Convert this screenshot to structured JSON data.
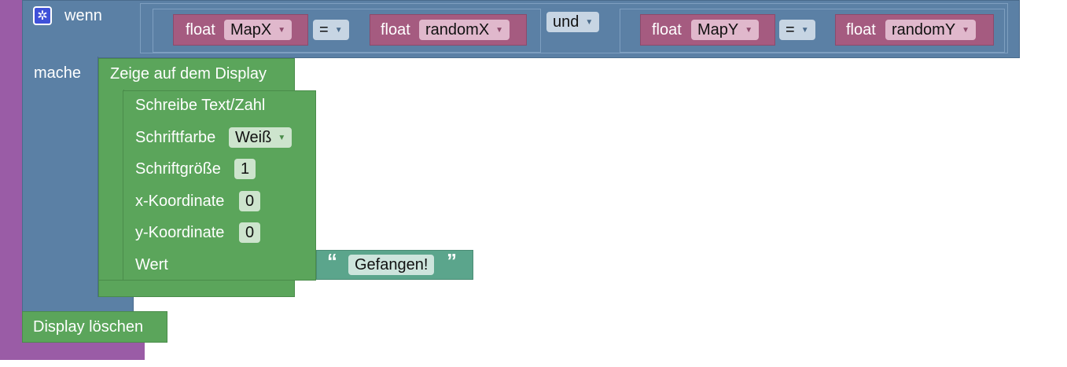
{
  "if_block": {
    "label_if": "wenn",
    "label_do": "mache",
    "cond1": {
      "kind": "float",
      "var": "MapX",
      "op": "=",
      "kind2": "float",
      "var2": "randomX"
    },
    "logic_op": "und",
    "cond2": {
      "kind": "float",
      "var": "MapY",
      "op": "=",
      "kind2": "float",
      "var2": "randomY"
    }
  },
  "display_block": {
    "title": "Zeige auf dem Display",
    "write": {
      "title": "Schreibe Text/Zahl",
      "color_label": "Schriftfarbe",
      "color_value": "Weiß",
      "size_label": "Schriftgröße",
      "size_value": "1",
      "x_label": "x-Koordinate",
      "x_value": "0",
      "y_label": "y-Koordinate",
      "y_value": "0",
      "value_label": "Wert",
      "text_value": "Gefangen!",
      "quote_open": "“",
      "quote_close": "”"
    }
  },
  "clear_block": {
    "label": "Display löschen"
  },
  "icons": {
    "settings": "gear-icon",
    "dropdown": "dropdown-arrow-icon"
  }
}
